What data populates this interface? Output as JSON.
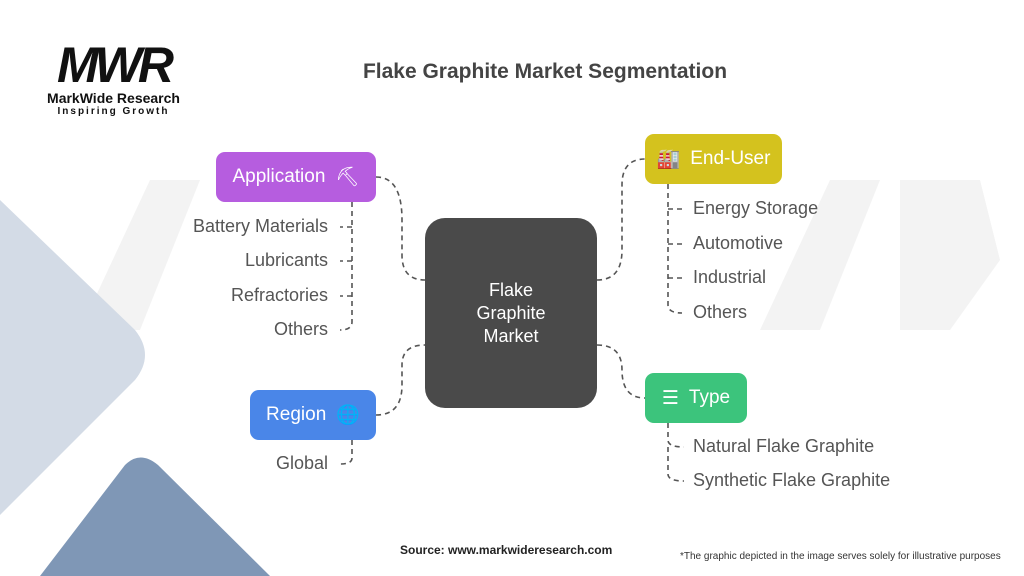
{
  "logo": {
    "mark": "MWR",
    "name": "MarkWide Research",
    "tagline": "Inspiring Growth"
  },
  "title": "Flake Graphite Market Segmentation",
  "center": {
    "lines": [
      "Flake",
      "Graphite",
      "Market"
    ]
  },
  "segments": {
    "application": {
      "label": "Application",
      "icon": "pickaxe-icon",
      "color": "#b65ddf",
      "items": [
        "Battery Materials",
        "Lubricants",
        "Refractories",
        "Others"
      ]
    },
    "region": {
      "label": "Region",
      "icon": "globe-icon",
      "color": "#4a86e8",
      "items": [
        "Global"
      ]
    },
    "end_user": {
      "label": "End-User",
      "icon": "factory-icon",
      "color": "#d4c21e",
      "items": [
        "Energy Storage",
        "Automotive",
        "Industrial",
        "Others"
      ]
    },
    "type": {
      "label": "Type",
      "icon": "layers-icon",
      "color": "#3cc47c",
      "items": [
        "Natural Flake Graphite",
        "Synthetic Flake Graphite"
      ]
    }
  },
  "footer": {
    "source": "Source: www.markwideresearch.com",
    "disclaimer": "*The graphic depicted in the image serves solely for illustrative purposes"
  }
}
